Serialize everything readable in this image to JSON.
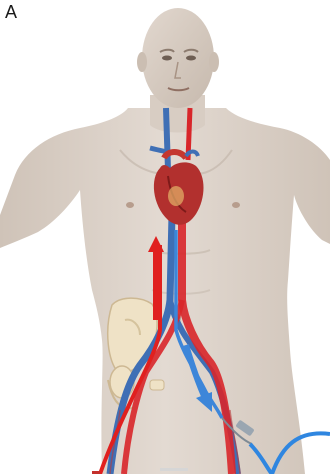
{
  "panel": {
    "label": "A"
  },
  "colors": {
    "background": "#ffffff",
    "skin": "#dcd2c9",
    "skin_shadow": "#c9bdb2",
    "artery": "#d8262a",
    "vein": "#3f6fb5",
    "return_arrow": "#e0201f",
    "drainage_arrow": "#3d86d9",
    "external_tubing": "#2f86e0",
    "bone": "#efe2c6"
  },
  "icons": {
    "flow_up": "arrow-up",
    "flow_down": "arrow-down-right"
  }
}
